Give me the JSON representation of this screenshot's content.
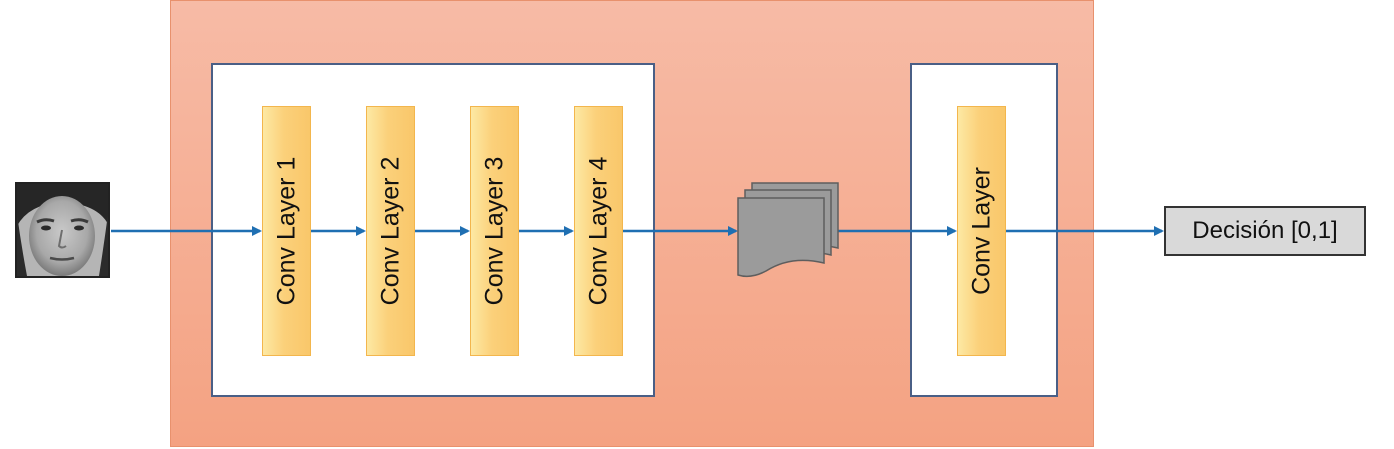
{
  "diagram": {
    "conv_block_layers": [
      {
        "label": "Conv Layer 1"
      },
      {
        "label": "Conv Layer 2"
      },
      {
        "label": "Conv Layer 3"
      },
      {
        "label": "Conv Layer 4"
      }
    ],
    "final_layer": {
      "label": "Conv Layer"
    },
    "output": {
      "label": "Decisión [0,1]"
    },
    "colors": {
      "background_block": "#f4a282",
      "layer_fill": "#fbd07a",
      "arrow": "#1f6fb2",
      "box_border": "#4a5f86",
      "output_fill": "#d9d9d9",
      "feature_maps": "#9b9b9b"
    },
    "icons": {
      "input": "face-photo-icon",
      "feature_maps": "stacked-documents-icon"
    }
  }
}
